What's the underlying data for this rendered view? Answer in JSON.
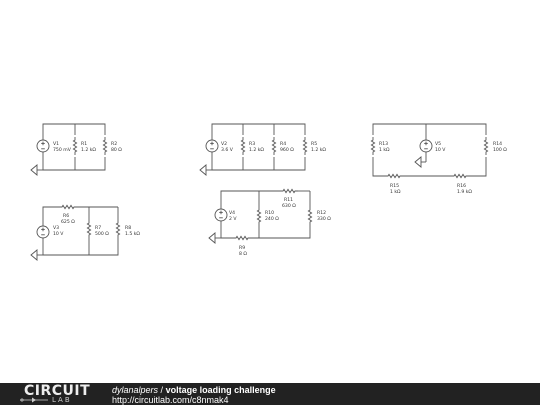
{
  "footer": {
    "logo_top": "CIRCUIT",
    "logo_bottom": "LAB",
    "author": "dylanalpers",
    "separator": "/",
    "title": "voltage loading challenge",
    "url": "http://circuitlab.com/c8nmak4"
  },
  "components": {
    "V1": {
      "name": "V1",
      "value": "750 mV"
    },
    "R1": {
      "name": "R1",
      "value": "1.2 kΩ"
    },
    "R2": {
      "name": "R2",
      "value": "80 Ω"
    },
    "V2": {
      "name": "V2",
      "value": "3.6 V"
    },
    "R3": {
      "name": "R3",
      "value": "1.2 kΩ"
    },
    "R4": {
      "name": "R4",
      "value": "960 Ω"
    },
    "R5": {
      "name": "R5",
      "value": "1.2 kΩ"
    },
    "V5": {
      "name": "V5",
      "value": "10 V"
    },
    "R13": {
      "name": "R13",
      "value": "1 kΩ"
    },
    "R14": {
      "name": "R14",
      "value": "100 Ω"
    },
    "R15": {
      "name": "R15",
      "value": "1 kΩ"
    },
    "R16": {
      "name": "R16",
      "value": "1.9 kΩ"
    },
    "V3": {
      "name": "V3",
      "value": "10 V"
    },
    "R6": {
      "name": "R6",
      "value": "625 Ω"
    },
    "R7": {
      "name": "R7",
      "value": "500 Ω"
    },
    "R8": {
      "name": "R8",
      "value": "1.5 kΩ"
    },
    "V4": {
      "name": "V4",
      "value": "2 V"
    },
    "R9": {
      "name": "R9",
      "value": "8 Ω"
    },
    "R10": {
      "name": "R10",
      "value": "240 Ω"
    },
    "R11": {
      "name": "R11",
      "value": "630 Ω"
    },
    "R12": {
      "name": "R12",
      "value": "330 Ω"
    }
  }
}
